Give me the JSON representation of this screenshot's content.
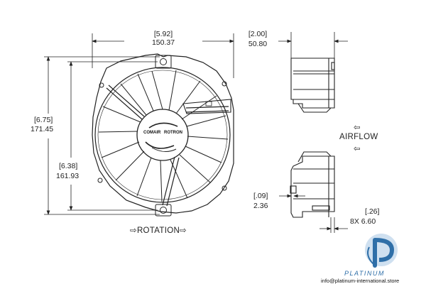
{
  "dims": {
    "width_in": "[5.92]",
    "width_mm": "150.37",
    "height_in": "[6.75]",
    "height_mm": "171.45",
    "hole_in": "[6.38]",
    "hole_mm": "161.93",
    "depth_in": "[2.00]",
    "depth_mm": "50.80",
    "flange_in": "[.09]",
    "flange_mm": "2.36",
    "holes_in": "[.26]",
    "holes_mm": "8X 6.60"
  },
  "labels": {
    "rotation": "ROTATION",
    "airflow": "AIRFLOW",
    "arrow_left": "⇦",
    "arrow_right": "⇨"
  },
  "brand": {
    "left": "COMAIR",
    "right": "ROTRON"
  },
  "watermark": {
    "name": "PLATINUM",
    "site": "info@platinum-international.store",
    "color": "#2f6fa8"
  }
}
